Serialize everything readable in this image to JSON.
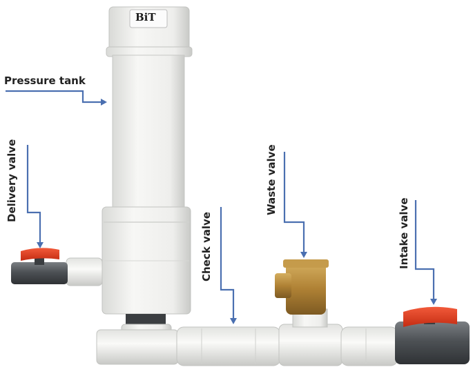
{
  "brand": "BiT",
  "labels": {
    "pressure_tank": "Pressure tank",
    "delivery_valve": "Delivery valve",
    "check_valve": "Check valve",
    "waste_valve": "Waste valve",
    "intake_valve": "Intake valve"
  },
  "colors": {
    "pvc": "#f2f2f0",
    "pvc_shade": "#d8d9d6",
    "arrow": "#4a6fb0",
    "valve_handle": "#e23a1e",
    "valve_body": "#4f5357",
    "brass": "#b88a3c"
  }
}
